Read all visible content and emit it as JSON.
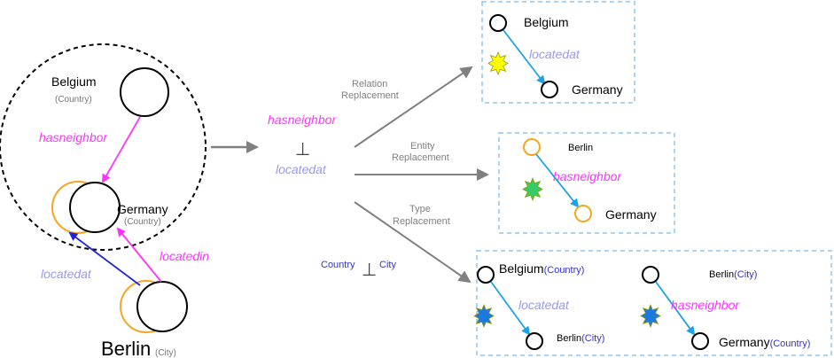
{
  "colors": {
    "node_stroke": "#000000",
    "node_highlight": "#f5a623",
    "relation_magenta": "#ff33ff",
    "relation_lavender": "#9999ee",
    "type_blue": "#3333cc",
    "gray_arrow": "#808080",
    "arrow_blue": "#1aa3e8",
    "arrow_dark_blue": "#2222dd",
    "dashed_box": "#8ec5f0",
    "star_yellow": "#ffff00",
    "star_green": "#33cc66",
    "star_blue": "#1a7ae0",
    "star_outline": "#9a9a00"
  },
  "left_graph": {
    "belgium": {
      "name": "Belgium",
      "type": "(Country)"
    },
    "germany": {
      "name": "Germany",
      "type": "(Country)"
    },
    "berlin": {
      "name": "Berlin",
      "type": "(City)"
    },
    "rel_belgium_germany": "hasneighbor",
    "rel_berlin_germany_blue": "locatedat",
    "rel_berlin_germany_magenta": "locatedin"
  },
  "middle": {
    "disjoint_top": "hasneighbor",
    "disjoint_symbol": "⊥",
    "disjoint_bottom": "locatedat",
    "type_left": "Country",
    "type_symbol": "⊥",
    "type_right": "City"
  },
  "operations": [
    {
      "line1": "Relation",
      "line2": "Replacement"
    },
    {
      "line1": "Entity",
      "line2": "Replacement"
    },
    {
      "line1": "Type",
      "line2": "Replacement"
    }
  ],
  "results": {
    "relation": {
      "head": "Belgium",
      "relation": "locatedat",
      "tail": "Germany"
    },
    "entity": {
      "head": "Berlin",
      "relation": "hasneighbor",
      "tail": "Germany"
    },
    "type_a": {
      "head": "Belgium",
      "head_type": "(Country)",
      "relation": "locatedat",
      "tail": "Berlin",
      "tail_type": "(City)"
    },
    "type_b": {
      "head": "Berlin",
      "head_type": "(City)",
      "relation": "hasneighbor",
      "tail": "Germany",
      "tail_type": "(Country)"
    }
  }
}
